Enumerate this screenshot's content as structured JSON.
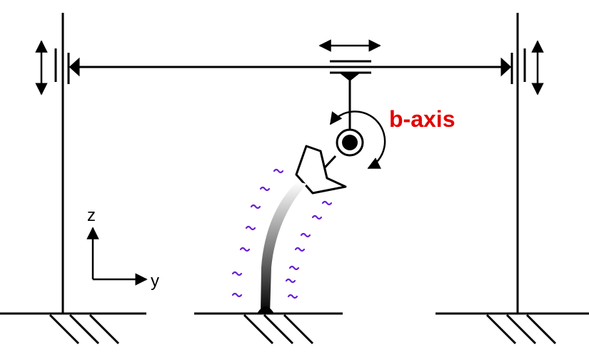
{
  "diagram": {
    "rotation_axis_label": "b-axis",
    "vertical_axis_label": "z",
    "horizontal_axis_label": "y",
    "colors": {
      "line": "#000000",
      "label_accent": "#e30000",
      "wave": "#6a1fd1"
    }
  }
}
